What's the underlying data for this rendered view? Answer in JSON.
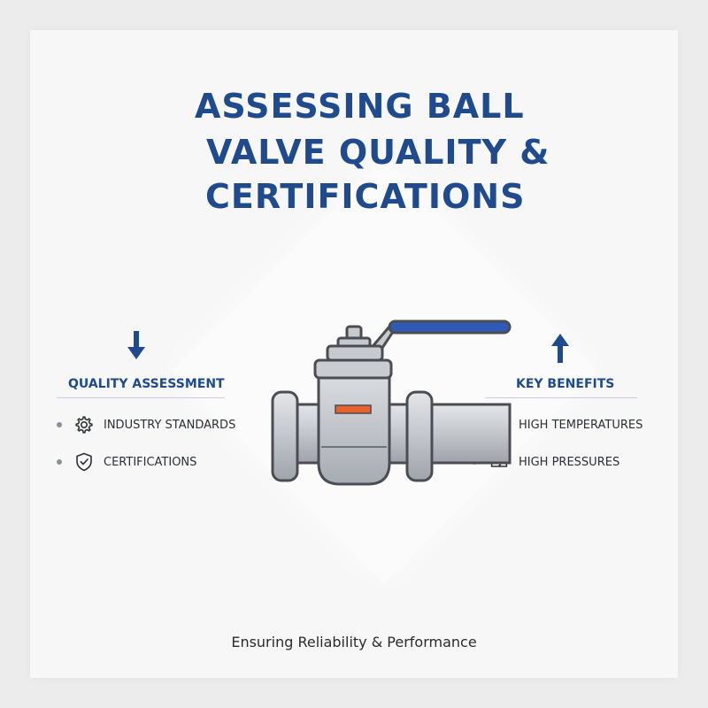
{
  "title": {
    "line1": "ASSESSING BALL",
    "line2": "VALVE QUALITY &",
    "line3": "CERTIFICATIONS"
  },
  "left_column": {
    "arrow_icon": "arrow-down-icon",
    "heading": "QUALITY ASSESSMENT",
    "items": [
      {
        "icon": "gear-icon",
        "label": "INDUSTRY STANDARDS"
      },
      {
        "icon": "shield-check-icon",
        "label": "CERTIFICATIONS"
      }
    ]
  },
  "right_column": {
    "arrow_icon": "arrow-up-icon",
    "heading": "KEY BENEFITS",
    "items": [
      {
        "icon": "thermometer-icon",
        "label": "HIGH TEMPERATURES"
      },
      {
        "icon": "gauge-icon",
        "label": "HIGH PRESSURES"
      }
    ]
  },
  "illustration": {
    "icon": "ball-valve-icon"
  },
  "footer": "Ensuring Reliability & Performance",
  "colors": {
    "accent": "#1f4b8e",
    "handle": "#2f5bb7",
    "indicator": "#e8622b",
    "valve_body": "#c9ccd1"
  }
}
